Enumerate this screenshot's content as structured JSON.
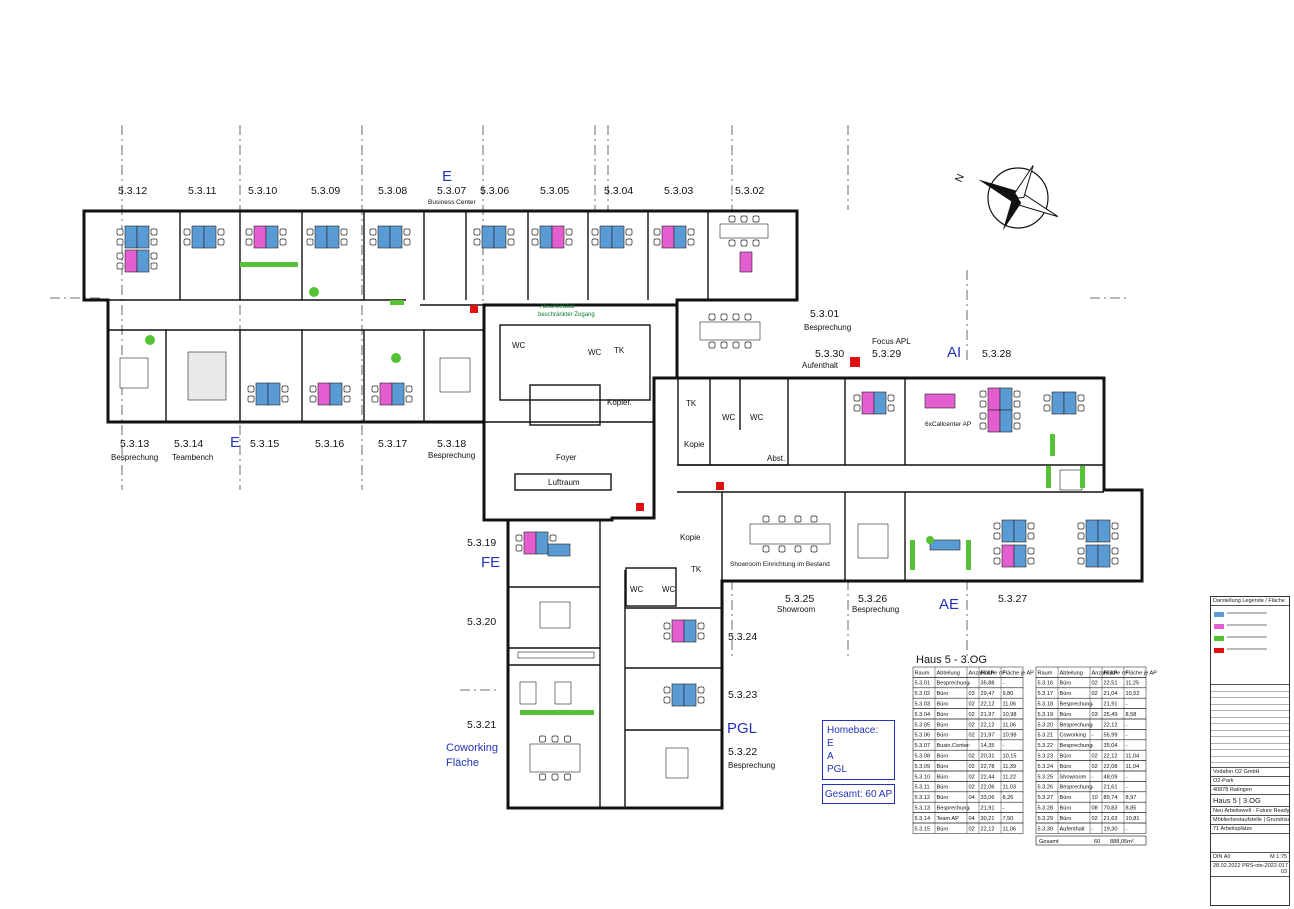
{
  "plan": {
    "axis_numbers_top": [
      "5.3.12",
      "5.3.11",
      "5.3.10",
      "5.3.09",
      "5.3.08",
      "5.3.07",
      "5.3.06",
      "5.3.05",
      "5.3.04",
      "5.3.03",
      "5.3.02"
    ],
    "business_center": "Business Center",
    "rooms": {
      "r5301": "5.3.01",
      "r5301_sub": "Besprechung",
      "r5330": "5.3.30",
      "r5330_sub": "Aufenthalt",
      "r5329": "5.3.29",
      "r5329_sub": "Focus APL",
      "r5328": "5.3.28",
      "r5313": "5.3.13",
      "r5313_sub": "Besprechung",
      "r5314": "5.3.14",
      "r5314_sub": "Teambench",
      "r5315": "5.3.15",
      "r5316": "5.3.16",
      "r5317": "5.3.17",
      "r5318": "5.3.18",
      "r5318_sub": "Besprechung",
      "r5319": "5.3.19",
      "r5320": "5.3.20",
      "r5321": "5.3.21",
      "r5322": "5.3.22",
      "r5322_sub": "Besprechung",
      "r5323": "5.3.23",
      "r5324": "5.3.24",
      "r5325": "5.3.25",
      "r5325_sub": "Showroom",
      "r5326": "5.3.26",
      "r5326_sub": "Besprechung",
      "r5327": "5.3.27"
    },
    "zones": {
      "e_top": "E",
      "e_left": "E",
      "ai": "AI",
      "fe": "FE",
      "ae": "AE",
      "pgl": "PGL",
      "coworking_1": "Coworking",
      "coworking_2": "Fläche"
    },
    "core_labels": {
      "wc1": "WC",
      "wc2": "WC",
      "tk1": "TK",
      "kopier": "Kopier.",
      "tk2": "TK",
      "kopie1": "Kopie",
      "wc3": "WC",
      "wc4": "WC",
      "abst": "Abst.",
      "foyer": "Foyer",
      "luftraum": "Luftraum",
      "kopie2": "Kopie",
      "tk3": "TK",
      "wc5": "WC",
      "wc6": "WC",
      "callcenter": "6xCallcenter AP"
    },
    "green_notes": {
      "abschliessbar_1": "Abschließbar",
      "abschliessbar_2": "beschränkter Zugang",
      "showroom_note": "Showroom Einrichtung im Bestand"
    },
    "compass_letter": "N"
  },
  "homebase": {
    "title": "Homebace:",
    "items": [
      "E",
      "A",
      "PGL"
    ],
    "total": "Gesamt: 60 AP"
  },
  "room_table": {
    "title": "Haus 5 - 3.OG",
    "headers": [
      "Raum",
      "Abteilung",
      "Anzahl AP",
      "Fläche m²",
      "Fläche je AP"
    ],
    "left": [
      [
        "5.3.01",
        "Besprechung",
        "-",
        "35,88",
        "-"
      ],
      [
        "5.3.02",
        "Büro",
        "03",
        "29,47",
        "9,80"
      ],
      [
        "5.3.03",
        "Büro",
        "02",
        "22,12",
        "11,06"
      ],
      [
        "5.3.04",
        "Büro",
        "02",
        "21,97",
        "10,98"
      ],
      [
        "5.3.05",
        "Büro",
        "02",
        "22,12",
        "11,06"
      ],
      [
        "5.3.06",
        "Büro",
        "02",
        "21,97",
        "10,98"
      ],
      [
        "5.3.07",
        "Busin.Center",
        "-",
        "14,35",
        "-"
      ],
      [
        "5.3.08",
        "Büro",
        "02",
        "20,31",
        "10,15"
      ],
      [
        "5.3.09",
        "Büro",
        "02",
        "22,78",
        "11,39"
      ],
      [
        "5.3.10",
        "Büro",
        "02",
        "22,44",
        "11,22"
      ],
      [
        "5.3.11",
        "Büro",
        "02",
        "22,06",
        "11,03"
      ],
      [
        "5.3.12",
        "Büro",
        "04",
        "33,06",
        "8,26"
      ],
      [
        "5.3.13",
        "Besprechung",
        "-",
        "21,91",
        "-"
      ],
      [
        "5.3.14",
        "Team AP",
        "04",
        "30,21",
        "7,50"
      ],
      [
        "5.3.15",
        "Büro",
        "02",
        "22,12",
        "11,06"
      ]
    ],
    "right": [
      [
        "5.3.16",
        "Büro",
        "02",
        "22,51",
        "11,25"
      ],
      [
        "5.3.17",
        "Büro",
        "02",
        "21,04",
        "10,52"
      ],
      [
        "5.3.18",
        "Besprechung",
        "-",
        "21,91",
        "-"
      ],
      [
        "5.3.19",
        "Büro",
        "03",
        "25,49",
        "8,58"
      ],
      [
        "5.3.20",
        "Besprechung",
        "-",
        "22,12",
        "-"
      ],
      [
        "5.3.21",
        "Coworking",
        "-",
        "55,99",
        "-"
      ],
      [
        "5.3.22",
        "Besprechung",
        "-",
        "35,04",
        "-"
      ],
      [
        "5.3.23",
        "Büro",
        "02",
        "22,12",
        "11,04"
      ],
      [
        "5.3.24",
        "Büro",
        "02",
        "22,08",
        "11,04"
      ],
      [
        "5.3.25",
        "Showroom",
        "-",
        "48,09",
        "-"
      ],
      [
        "5.3.26",
        "Besprechung",
        "-",
        "21,61",
        "-"
      ],
      [
        "5.3.27",
        "Büro",
        "10",
        "89,74",
        "8,97"
      ],
      [
        "5.3.28",
        "Büro",
        "08",
        "70,83",
        "8,85"
      ],
      [
        "5.3.29",
        "Büro",
        "02",
        "21,63",
        "10,81"
      ],
      [
        "5.3.30",
        "Aufenthalt",
        "-",
        "19,30",
        "-"
      ]
    ],
    "footer_label": "Gesamt",
    "footer_ap": "60",
    "footer_area": "888,05m²"
  },
  "title_block": {
    "legend_title": "Darstellung Legende / Fläche",
    "client": "Vodafon O2 GmbH",
    "location_1": "O2-Park",
    "location_2": "40878 Ratingen",
    "project": "Haus 5 | 3.OG",
    "desc_1": "Neu Arbeitswelt - Future Ready",
    "desc_2": "Möblierbestaufstelle | Grundriss",
    "count": "71 Arbeitsplätze",
    "format": "DIN A0",
    "scale": "M 1:75",
    "date": "28.02.2022",
    "plan_no": "PRS-ote-2022-017",
    "index": "03"
  },
  "colors": {
    "desk_blue": "#5b9bd5",
    "desk_pink": "#e35fd0",
    "green_accent": "#55c233",
    "red_marker": "#e01010",
    "label_blue": "#2233bb"
  }
}
